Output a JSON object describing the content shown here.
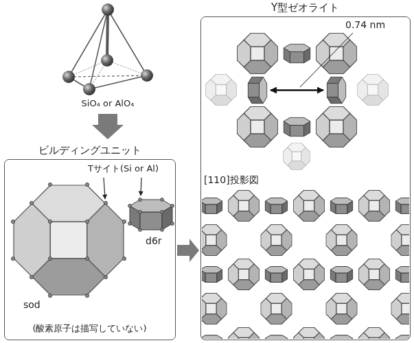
{
  "diagram": {
    "nodes": [
      {
        "text": [
          "ビルディングユニット",
          "(酸素原子は描写していない)"
        ]
      },
      {
        "text": [
          "Y型ゼオライト"
        ]
      }
    ],
    "edges": [
      {
        "from": 0,
        "to": 1,
        "arrow": "to"
      }
    ],
    "labels": [
      "SiO₄ or AlO₄",
      "Tサイト(Si or Al)",
      "sod",
      "d6r",
      "0.74 nm",
      "[110]投影図"
    ]
  }
}
